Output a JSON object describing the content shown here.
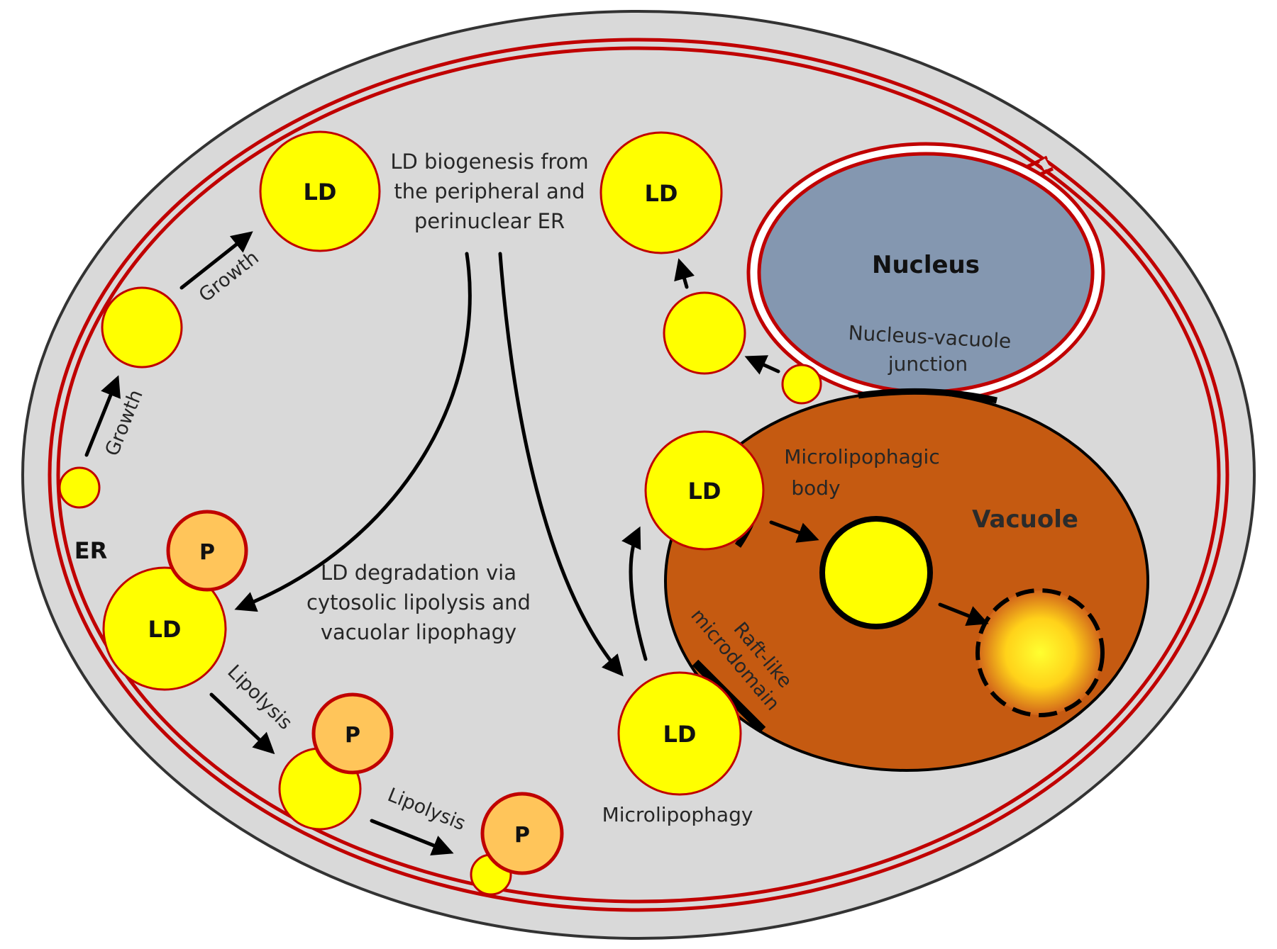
{
  "labels": {
    "er": "ER",
    "nucleus": "Nucleus",
    "vacuole": "Vacuole",
    "ld": "LD",
    "peroxisome": "P",
    "growth": "Growth",
    "lipolysis": "Lipolysis",
    "biogenesis": [
      "LD biogenesis from",
      "the peripheral and",
      "perinuclear ER"
    ],
    "degradation": [
      "LD degradation via",
      "cytosolic lipolysis and",
      "vacuolar lipophagy"
    ],
    "nv_junction": [
      "Nucleus-vacuole",
      "junction"
    ],
    "microlipophagic_body": [
      "Microlipophagic",
      "body"
    ],
    "raft_microdomain": [
      "Raft-like",
      "microdomain"
    ],
    "microlipophagy": "Microlipophagy"
  },
  "colors": {
    "cytoplasm": "#d9d9d9",
    "membrane": "#c00000",
    "lipid_droplet": "#ffff00",
    "peroxisome": "#ffc55a",
    "nucleus": "#8497b0",
    "vacuole": "#c55a11",
    "arrow": "#000000"
  }
}
